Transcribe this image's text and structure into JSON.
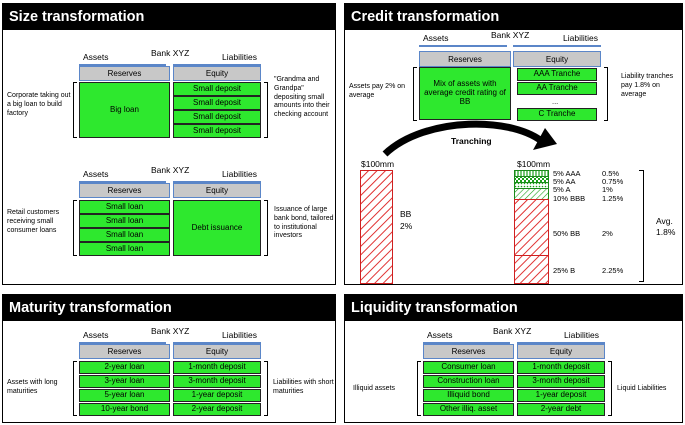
{
  "common": {
    "assets": "Assets",
    "bank": "Bank XYZ",
    "liabilities": "Liabilities",
    "reserves": "Reserves",
    "equity": "Equity"
  },
  "size": {
    "title": "Size transformation",
    "top": {
      "left_note": "Corporate taking out a big loan to build factory",
      "asset": "Big loan",
      "deposits": [
        "Small deposit",
        "Small deposit",
        "Small deposit",
        "Small deposit"
      ],
      "right_note": "\"Grandma and Grandpa\" depositing small amounts into their checking account"
    },
    "bottom": {
      "left_note": "Retail customers receiving small consumer loans",
      "loans": [
        "Small loan",
        "Small loan",
        "Small loan",
        "Small loan"
      ],
      "liability": "Debt issuance",
      "right_note": "Issuance of large bank bond, tailored to institutional investors"
    }
  },
  "credit": {
    "title": "Credit transformation",
    "left_note": "Assets pay 2% on average",
    "asset": "Mix of assets with average credit rating of BB",
    "tranches": [
      "AAA Tranche",
      "AA Tranche",
      "...",
      "C Tranche"
    ],
    "right_note": "Liability tranches pay 1.8% on average",
    "tranching_label": "Tranching",
    "left_bar": {
      "amount": "$100mm",
      "rating": "BB",
      "yield": "2%"
    },
    "right_bar": {
      "amount": "$100mm",
      "tranches": [
        {
          "label": "5% AAA",
          "yield": "0.5%"
        },
        {
          "label": "5% AA",
          "yield": "0.75%"
        },
        {
          "label": "5% A",
          "yield": "1%"
        },
        {
          "label": "10% BBB",
          "yield": "1.25%"
        },
        {
          "label": "50% BB",
          "yield": "2%"
        },
        {
          "label": "25% B",
          "yield": "2.25%"
        }
      ]
    },
    "avg_label": "Avg.",
    "avg_value": "1.8%"
  },
  "maturity": {
    "title": "Maturity transformation",
    "left_note": "Assets with long maturities",
    "assets": [
      "2-year loan",
      "3-year loan",
      "5-year loan",
      "10-year bond"
    ],
    "liabilities": [
      "1-month deposit",
      "3-month deposit",
      "1-year deposit",
      "2-year deposit"
    ],
    "right_note": "Liabilities with short maturities"
  },
  "liquidity": {
    "title": "Liquidity transformation",
    "left_note": "Illiquid assets",
    "assets": [
      "Consumer loan",
      "Construction loan",
      "Illiquid bond",
      "Other illiq. asset"
    ],
    "liabilities": [
      "1-month deposit",
      "3-month deposit",
      "1-year deposit",
      "2-year debt"
    ],
    "right_note": "Liquid Liabilities"
  }
}
